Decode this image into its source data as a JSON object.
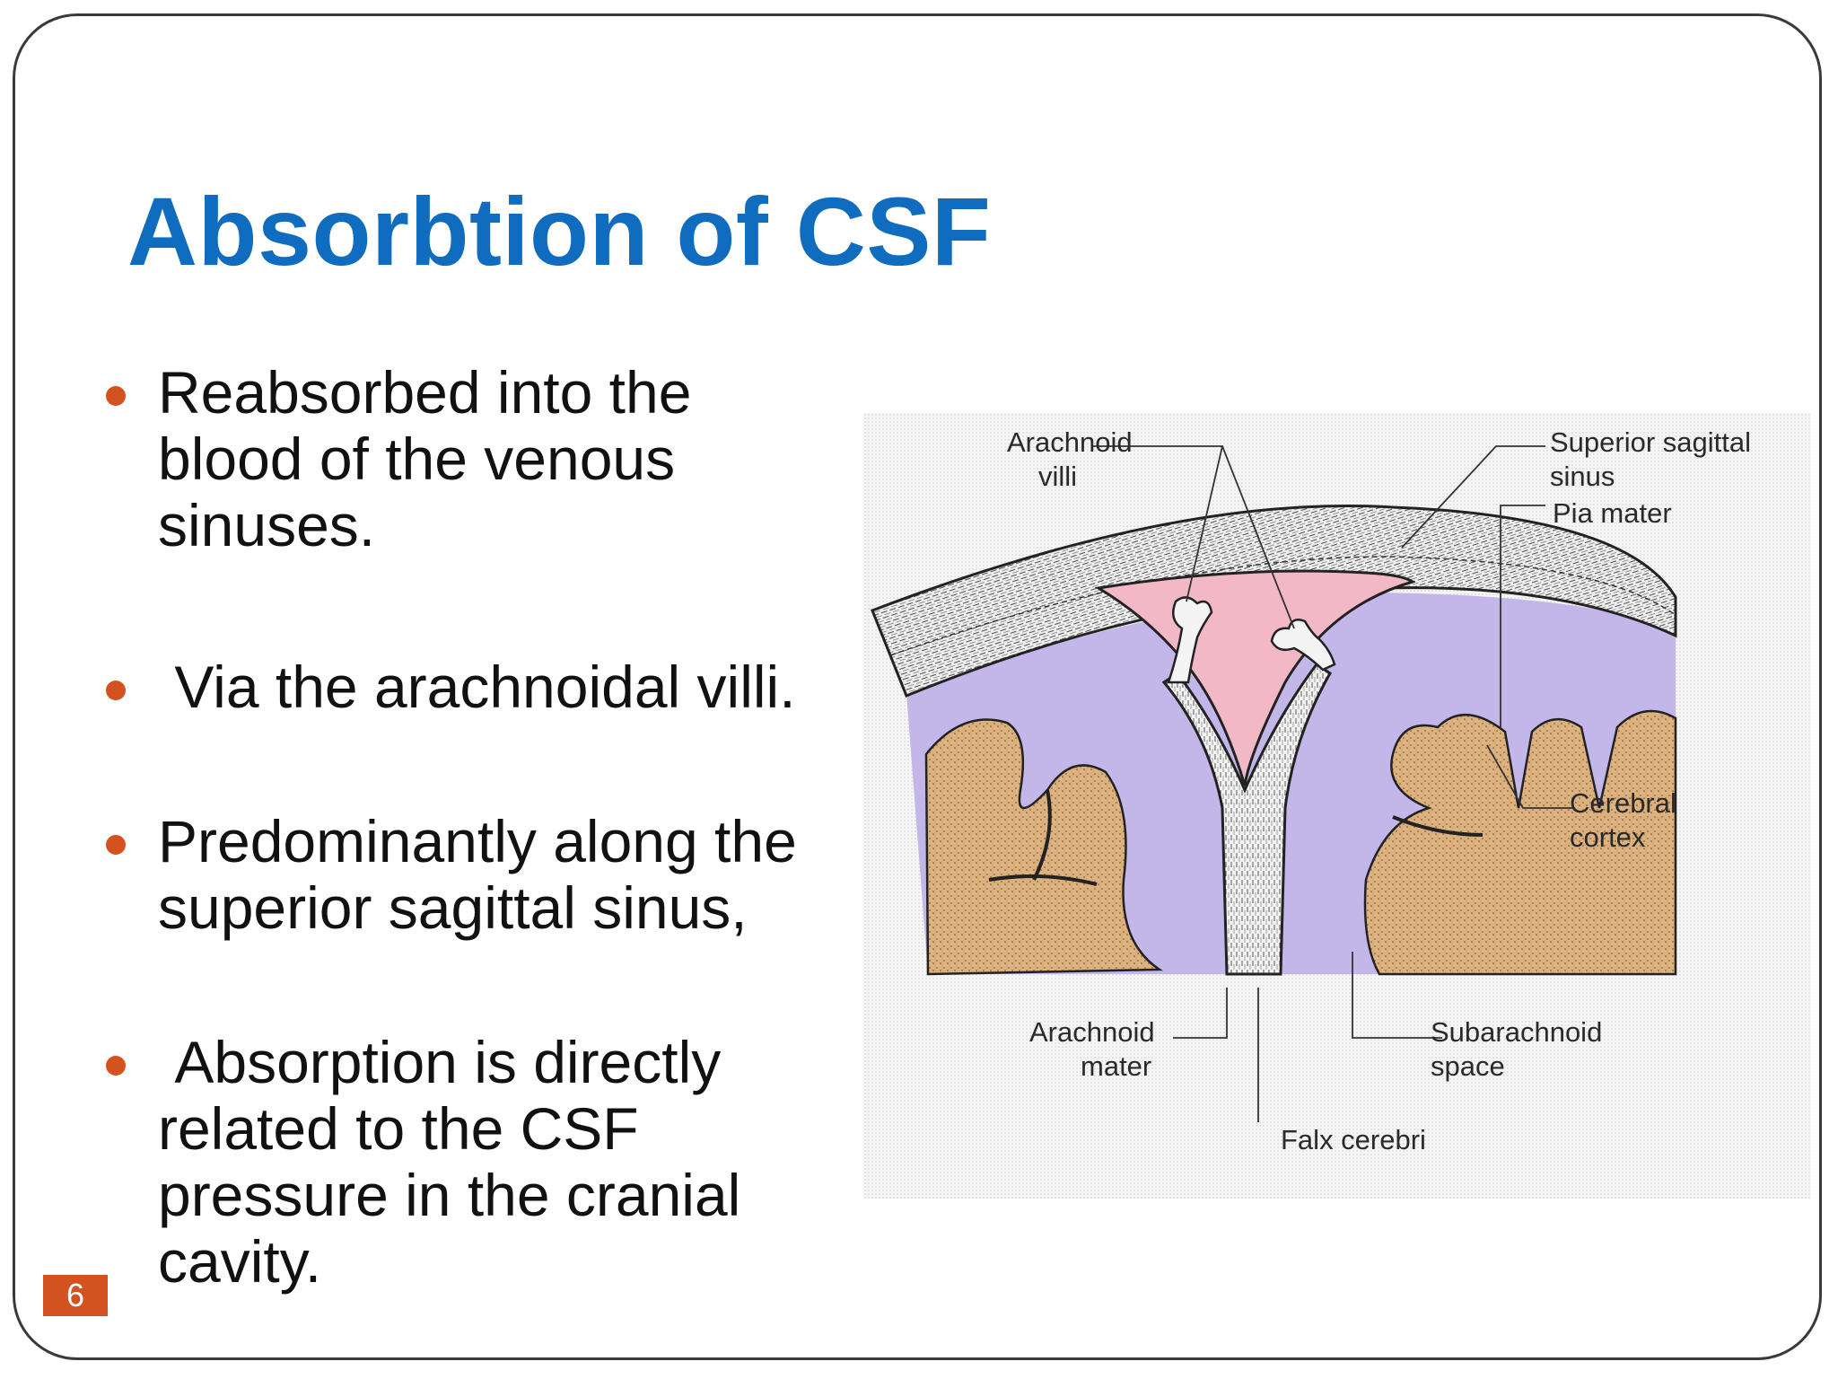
{
  "slide": {
    "title": "Absorbtion of CSF",
    "bullets": [
      "Reabsorbed into the blood of the venous sinuses.",
      " Via the arachnoidal villi.",
      "Predominantly along the superior sagittal sinus,",
      " Absorption is directly related to the CSF pressure in the cranial cavity."
    ],
    "slide_number": "6"
  },
  "diagram": {
    "labels": {
      "arachnoid_villi": [
        "Arachnoid",
        "villi"
      ],
      "superior_sagittal_sinus": [
        "Superior sagittal",
        "sinus"
      ],
      "pia_mater": "Pia mater",
      "cerebral_cortex": [
        "Cerebral",
        "cortex"
      ],
      "arachnoid_mater": [
        "Arachnoid",
        "mater"
      ],
      "subarachnoid_space": [
        "Subarachnoid",
        "space"
      ],
      "falx_cerebri": "Falx cerebri"
    },
    "colors": {
      "sinus": "#f2b8c6",
      "subarachnoid": "#c3b7ea",
      "cortex": "#d9b07e",
      "dura": "#e9e9e9",
      "accent": "#d4521f",
      "title": "#0f6cbf"
    }
  }
}
